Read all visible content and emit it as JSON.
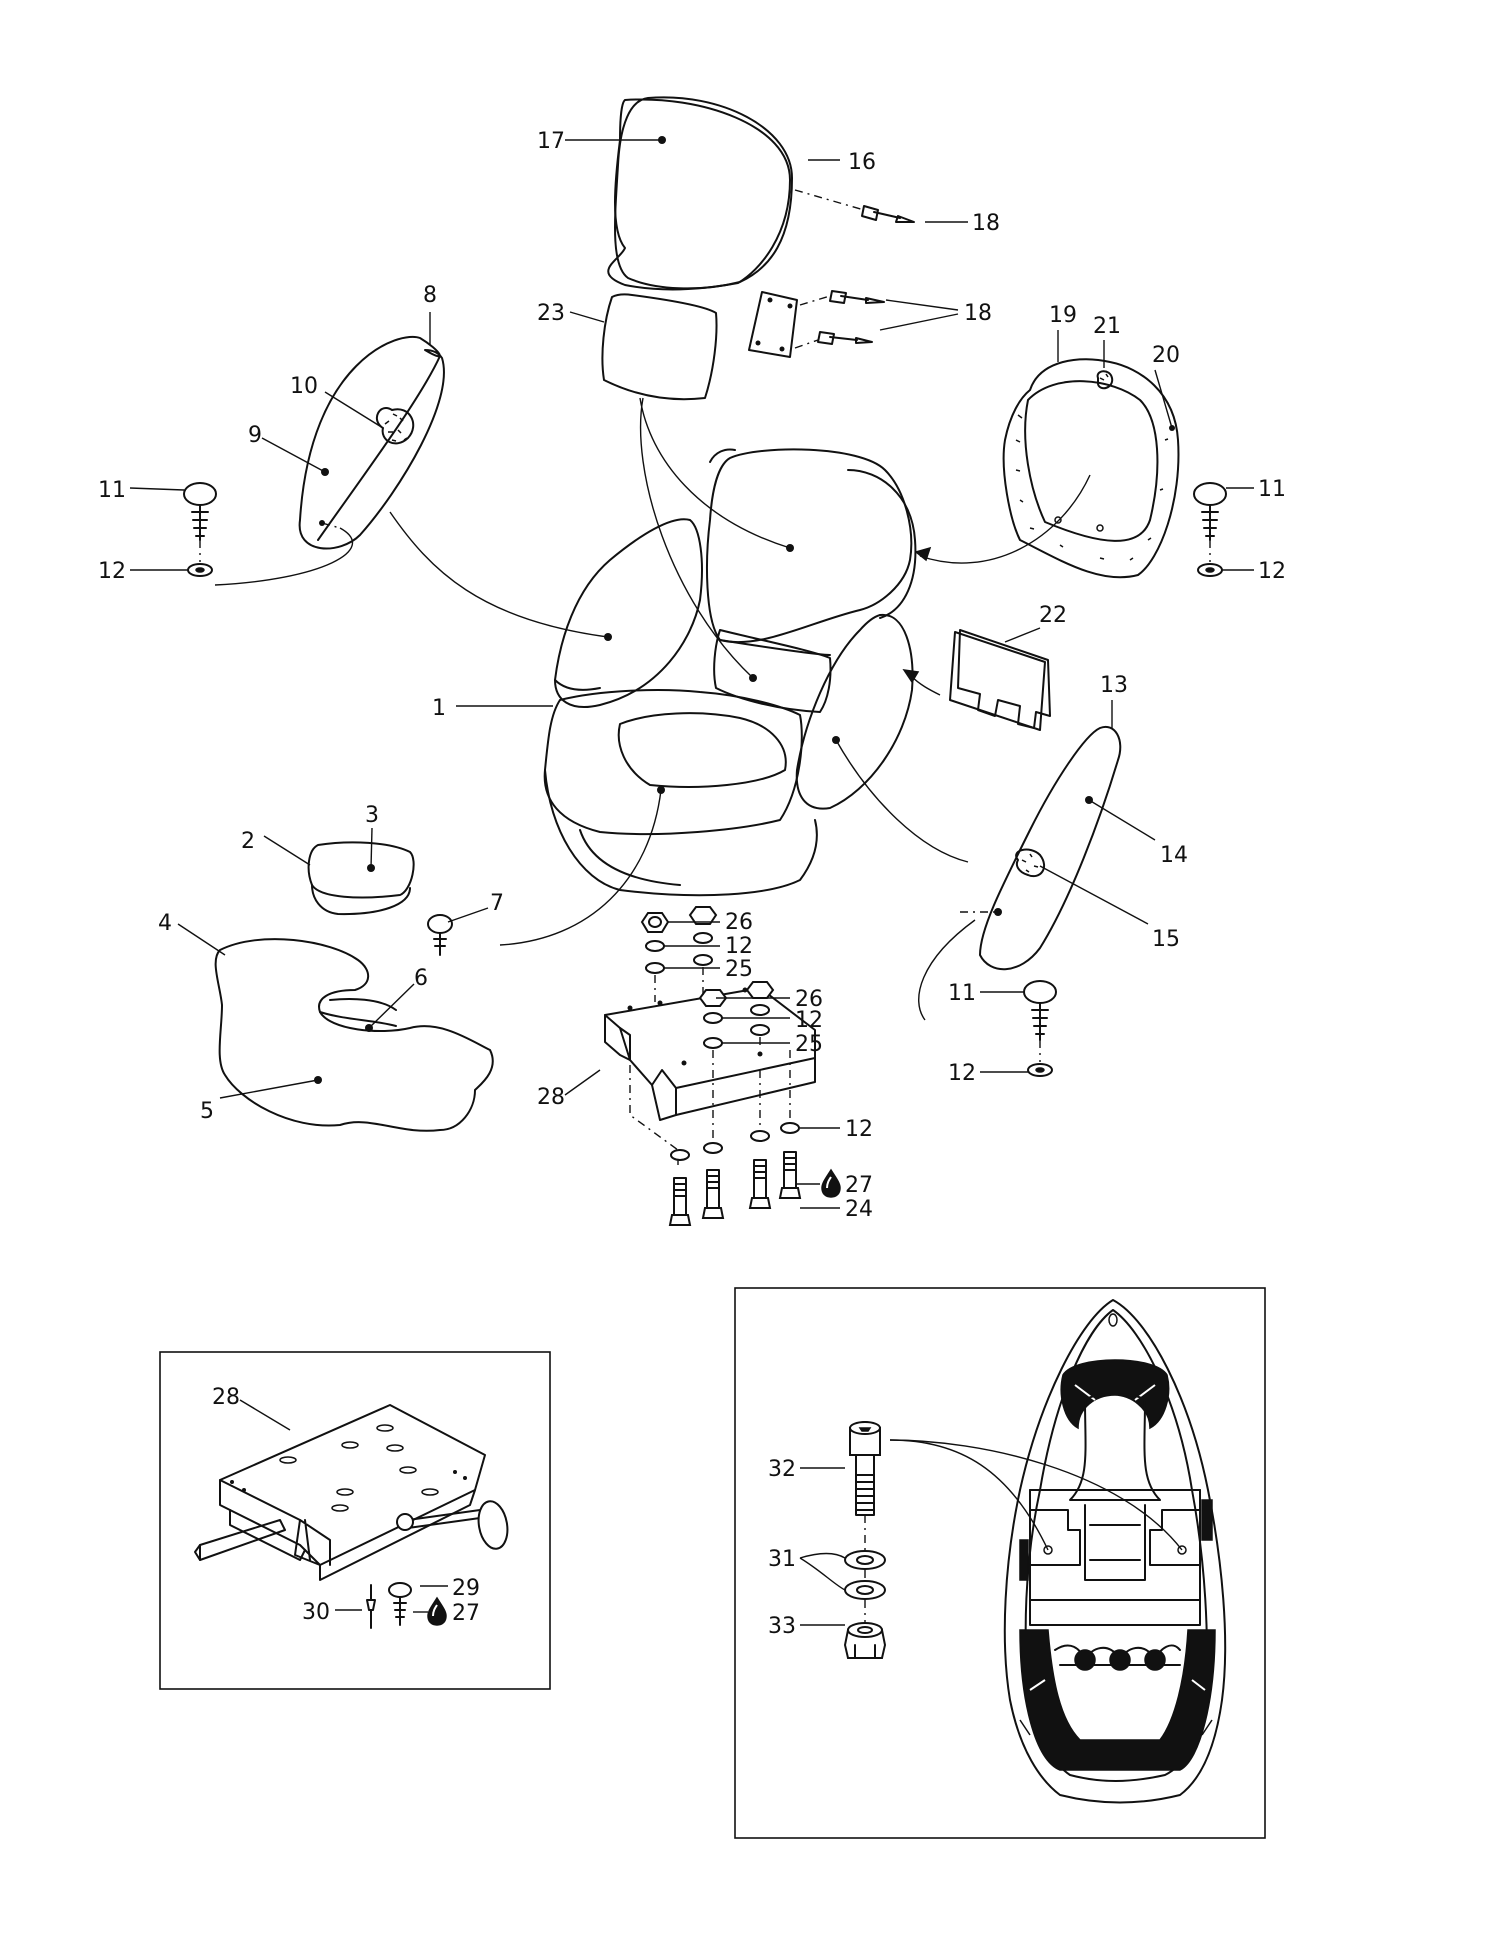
{
  "callouts": [
    {
      "id": "c17",
      "text": "17"
    },
    {
      "id": "c16",
      "text": "16"
    },
    {
      "id": "c18a",
      "text": "18"
    },
    {
      "id": "c23",
      "text": "23"
    },
    {
      "id": "c18b",
      "text": "18"
    },
    {
      "id": "c8",
      "text": "8"
    },
    {
      "id": "c10",
      "text": "10"
    },
    {
      "id": "c9",
      "text": "9"
    },
    {
      "id": "c11a",
      "text": "11"
    },
    {
      "id": "c12a",
      "text": "12"
    },
    {
      "id": "c19",
      "text": "19"
    },
    {
      "id": "c21",
      "text": "21"
    },
    {
      "id": "c20",
      "text": "20"
    },
    {
      "id": "c11b",
      "text": "11"
    },
    {
      "id": "c12b",
      "text": "12"
    },
    {
      "id": "c22",
      "text": "22"
    },
    {
      "id": "c13",
      "text": "13"
    },
    {
      "id": "c1",
      "text": "1"
    },
    {
      "id": "c14",
      "text": "14"
    },
    {
      "id": "c3",
      "text": "3"
    },
    {
      "id": "c2",
      "text": "2"
    },
    {
      "id": "c7",
      "text": "7"
    },
    {
      "id": "c4",
      "text": "4"
    },
    {
      "id": "c6",
      "text": "6"
    },
    {
      "id": "c5",
      "text": "5"
    },
    {
      "id": "c15",
      "text": "15"
    },
    {
      "id": "c26a",
      "text": "26"
    },
    {
      "id": "c12c",
      "text": "12"
    },
    {
      "id": "c25a",
      "text": "25"
    },
    {
      "id": "c26b",
      "text": "26"
    },
    {
      "id": "c12d",
      "text": "12"
    },
    {
      "id": "c25b",
      "text": "25"
    },
    {
      "id": "c28a",
      "text": "28"
    },
    {
      "id": "c11c",
      "text": "11"
    },
    {
      "id": "c12e",
      "text": "12"
    },
    {
      "id": "c12f",
      "text": "12"
    },
    {
      "id": "c27a",
      "text": "27"
    },
    {
      "id": "c24",
      "text": "24"
    },
    {
      "id": "c28b",
      "text": "28"
    },
    {
      "id": "c29",
      "text": "29"
    },
    {
      "id": "c30",
      "text": "30"
    },
    {
      "id": "c27b",
      "text": "27"
    },
    {
      "id": "c32",
      "text": "32"
    },
    {
      "id": "c31",
      "text": "31"
    },
    {
      "id": "c33",
      "text": "33"
    }
  ],
  "icons": {
    "sealant": "drop-icon",
    "hardware": "bolt-icon"
  }
}
